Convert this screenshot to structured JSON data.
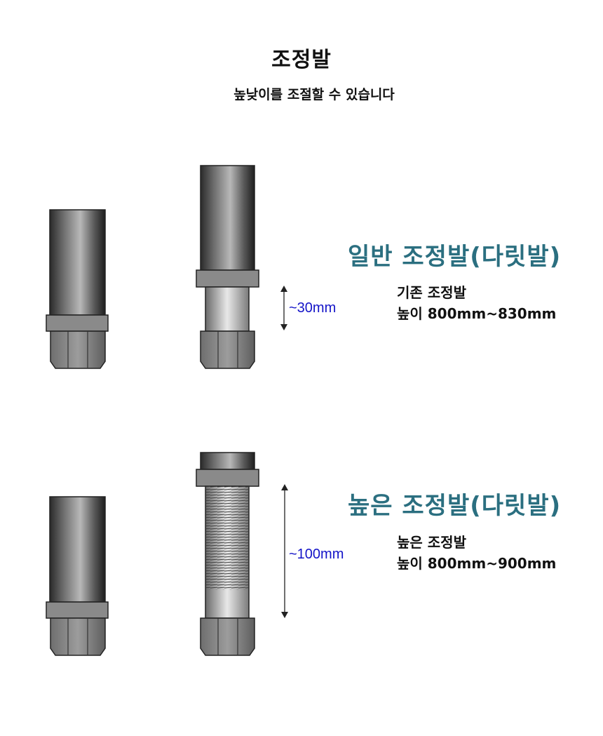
{
  "header": {
    "title": "조정발",
    "subtitle": "높낮이를 조절할 수 있습니다"
  },
  "sections": [
    {
      "heading": "일반 조정발(다릿발)",
      "desc_line1": "기존 조정발",
      "desc_line2": "높이 800mm~830mm",
      "dimension": "~30mm"
    },
    {
      "heading": "높은 조정발(다릿발)",
      "desc_line1": "높은 조정발",
      "desc_line2": "높이 800mm~900mm",
      "dimension": "~100mm"
    }
  ],
  "colors": {
    "heading": "#2b6f80",
    "dimension_text": "#1414c8",
    "text": "#111111"
  }
}
